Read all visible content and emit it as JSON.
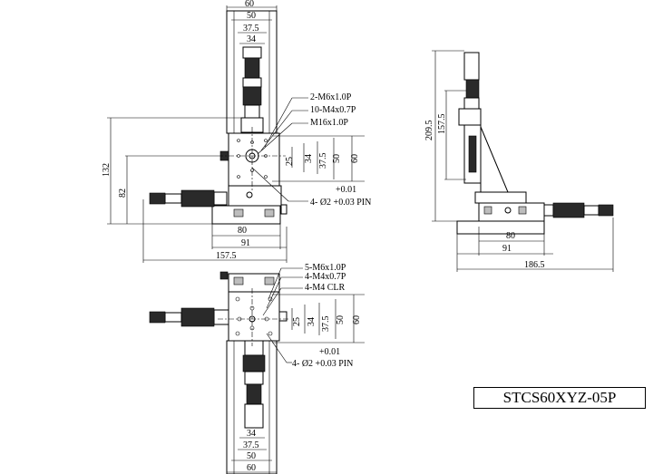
{
  "model": "STCS60XYZ-05P",
  "top_view": {
    "dims_top": [
      "60",
      "50",
      "37.5",
      "34"
    ],
    "dims_right": [
      "25",
      "34",
      "37.5",
      "50",
      "60"
    ],
    "dims_left": [
      "132",
      "82"
    ],
    "dims_bottom": [
      "80",
      "91",
      "157.5"
    ],
    "callouts": [
      "2-M6x1.0P",
      "10-M4x0.7P",
      "M16x1.0P"
    ],
    "tol_plus": "+0.01",
    "pin": "4- Ø2 +0.03 PIN"
  },
  "side_view": {
    "dims_left": [
      "209.5",
      "157.5"
    ],
    "dims_bottom": [
      "80",
      "91",
      "186.5"
    ]
  },
  "bottom_view": {
    "callouts": [
      "5-M6x1.0P",
      "4-M4x0.7P",
      "4-M4 CLR"
    ],
    "dims_right": [
      "25",
      "34",
      "37.5",
      "50",
      "60"
    ],
    "tol_plus": "+0.01",
    "pin": "4- Ø2 +0.03 PIN",
    "dims_bottom": [
      "34",
      "37.5",
      "50",
      "60"
    ]
  }
}
